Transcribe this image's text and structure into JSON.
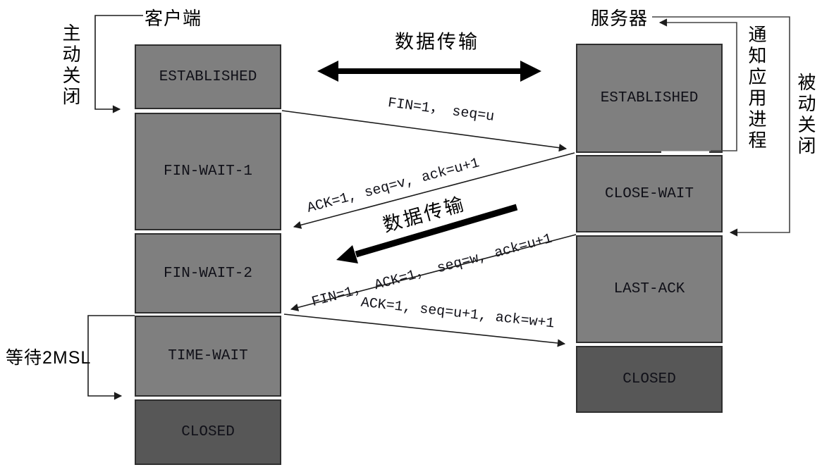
{
  "diagram": {
    "client": {
      "label": "客户端",
      "close_note": "主动关闭",
      "wait_note": "等待2MSL",
      "states": [
        "ESTABLISHED",
        "FIN-WAIT-1",
        "FIN-WAIT-2",
        "TIME-WAIT",
        "CLOSED"
      ]
    },
    "server": {
      "label": "服务器",
      "close_note": "被动关闭",
      "notify_note": "通知应用进程",
      "states": [
        "ESTABLISHED",
        "CLOSE-WAIT",
        "LAST-ACK",
        "CLOSED"
      ]
    },
    "messages": [
      "FIN=1， seq=u",
      "ACK=1, seq=v, ack=u+1",
      "FIN=1， ACK=1， seq=w, ack=u+1",
      "ACK=1, seq=u+1, ack=w+1"
    ],
    "data_transfer_top": "数据传输",
    "data_transfer_mid": "数据传输"
  },
  "colors": {
    "state_fill": "#7f7f7f",
    "closed_fill": "#575757",
    "line": "#1c1c1c",
    "background": "#ffffff"
  }
}
